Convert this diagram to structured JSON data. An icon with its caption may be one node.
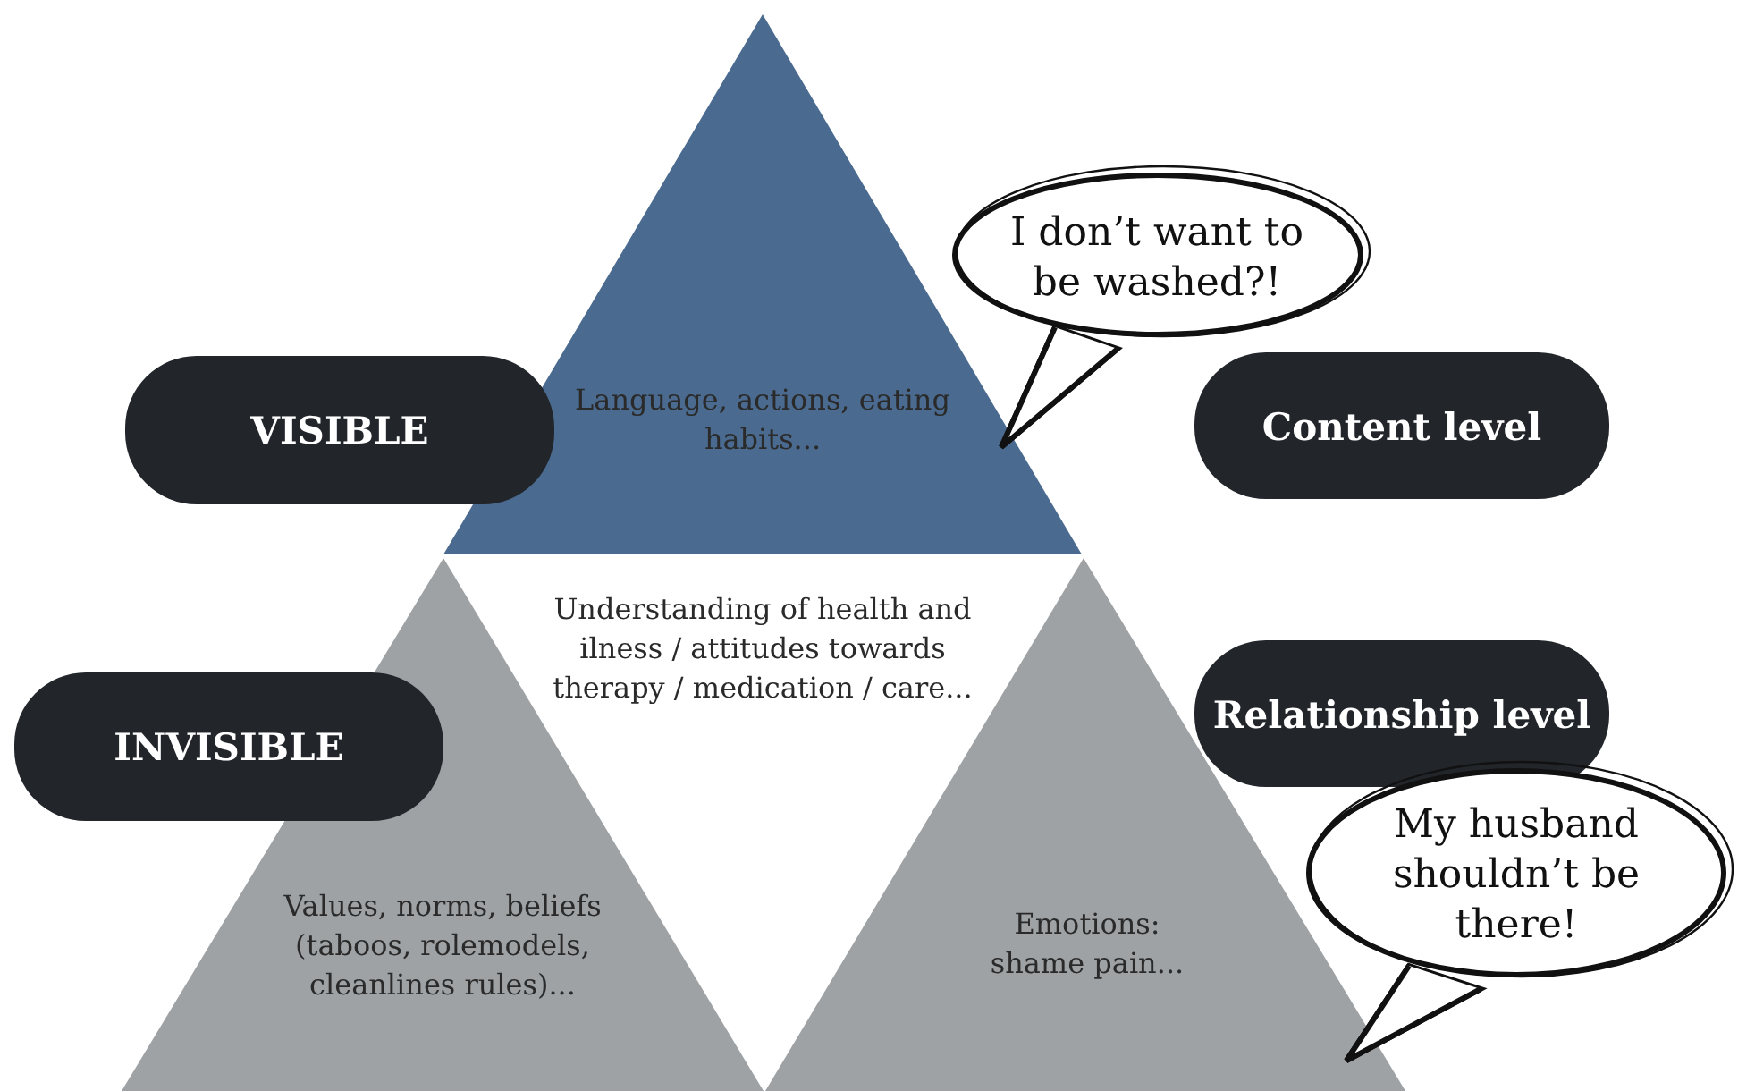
{
  "diagram": {
    "nodes": [
      {
        "text": [
          "Language, actions, eating habits..."
        ]
      },
      {
        "text": [
          "Understanding of health and ilness / attitudes towards therapy / medication / care..."
        ]
      },
      {
        "text": [
          "Values, norms, beliefs (taboos, rolemodels, cleanlines rules)..."
        ]
      },
      {
        "text": [
          "Emotions: shame pain..."
        ]
      },
      {
        "text": [
          "VISIBLE"
        ]
      },
      {
        "text": [
          "INVISIBLE"
        ]
      },
      {
        "text": [
          "Content level"
        ]
      },
      {
        "text": [
          "Relationship level"
        ]
      },
      {
        "text": [
          "I don’t want to be washed?!"
        ]
      },
      {
        "text": [
          "My husband shouldn’t be there!"
        ]
      }
    ],
    "edges": []
  }
}
